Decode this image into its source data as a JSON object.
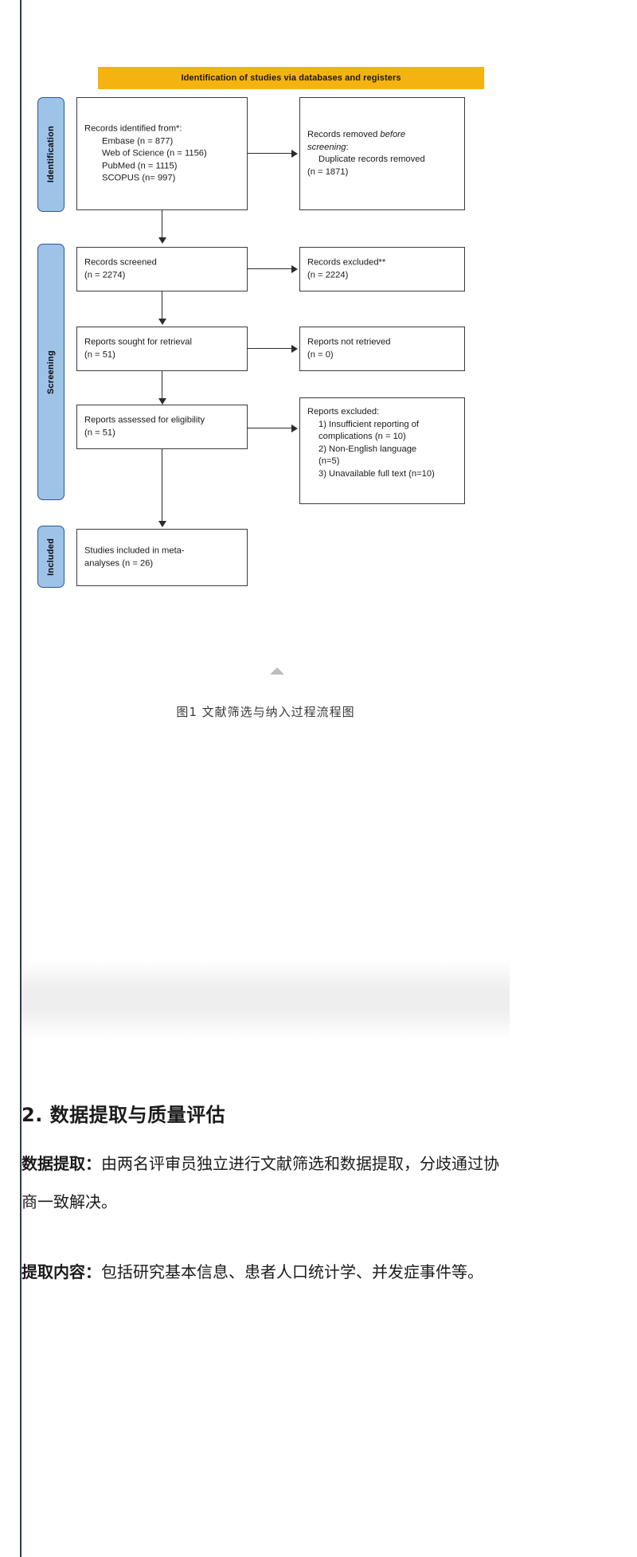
{
  "figure": {
    "banner_label": "Identification of studies via databases and registers",
    "phases": [
      {
        "id": "identification",
        "label": "Identification"
      },
      {
        "id": "screening",
        "label": "Screening"
      },
      {
        "id": "included",
        "label": "Included"
      }
    ],
    "boxes": {
      "records_identified": {
        "title": "Records identified from*:",
        "items": [
          "Embase (n = 877)",
          "Web of Science (n = 1156)",
          "PubMed (n = 1115)",
          "SCOPUS (n= 997)"
        ]
      },
      "records_removed": {
        "line1": "Records removed ",
        "line1_italic": "before",
        "line2_italic": "screening",
        "line2_tail": ":",
        "item1": "Duplicate records removed",
        "item2": "(n = 1871)"
      },
      "records_screened": {
        "title": "Records screened",
        "count": "(n = 2274)"
      },
      "records_excluded": {
        "title": "Records excluded**",
        "count": "(n = 2224)"
      },
      "reports_sought": {
        "title": "Reports sought for retrieval",
        "count": "(n = 51)"
      },
      "reports_not_retrieved": {
        "title": "Reports not retrieved",
        "count": "(n = 0)"
      },
      "reports_assessed": {
        "title": "Reports assessed for eligibility",
        "count": "(n = 51)"
      },
      "reports_excluded": {
        "title": "Reports excluded:",
        "items": [
          "1) Insufficient reporting of",
          "complications (n = 10)",
          "2) Non-English language",
          "(n=5)",
          "3) Unavailable full text (n=10)"
        ]
      },
      "studies_included": {
        "line1": "Studies included in meta-",
        "line2": "analyses (n = 26)"
      }
    },
    "caption": "图1  文献筛选与纳入过程流程图",
    "colors": {
      "banner": "#f5b312",
      "phase_fill": "#9dc3e6",
      "phase_border": "#2f5597",
      "box_border": "#3a3a3a",
      "connector": "#2b2b2b",
      "left_rule": "#2b3a55"
    }
  },
  "body": {
    "section_heading": "2. 数据提取与质量评估",
    "paragraphs": [
      {
        "lead": "数据提取：",
        "text": "由两名评审员独立进行文献筛选和数据提取，分歧通过协商一致解决。"
      },
      {
        "lead": "提取内容：",
        "text": "包括研究基本信息、患者人口统计学、并发症事件等。"
      }
    ]
  }
}
